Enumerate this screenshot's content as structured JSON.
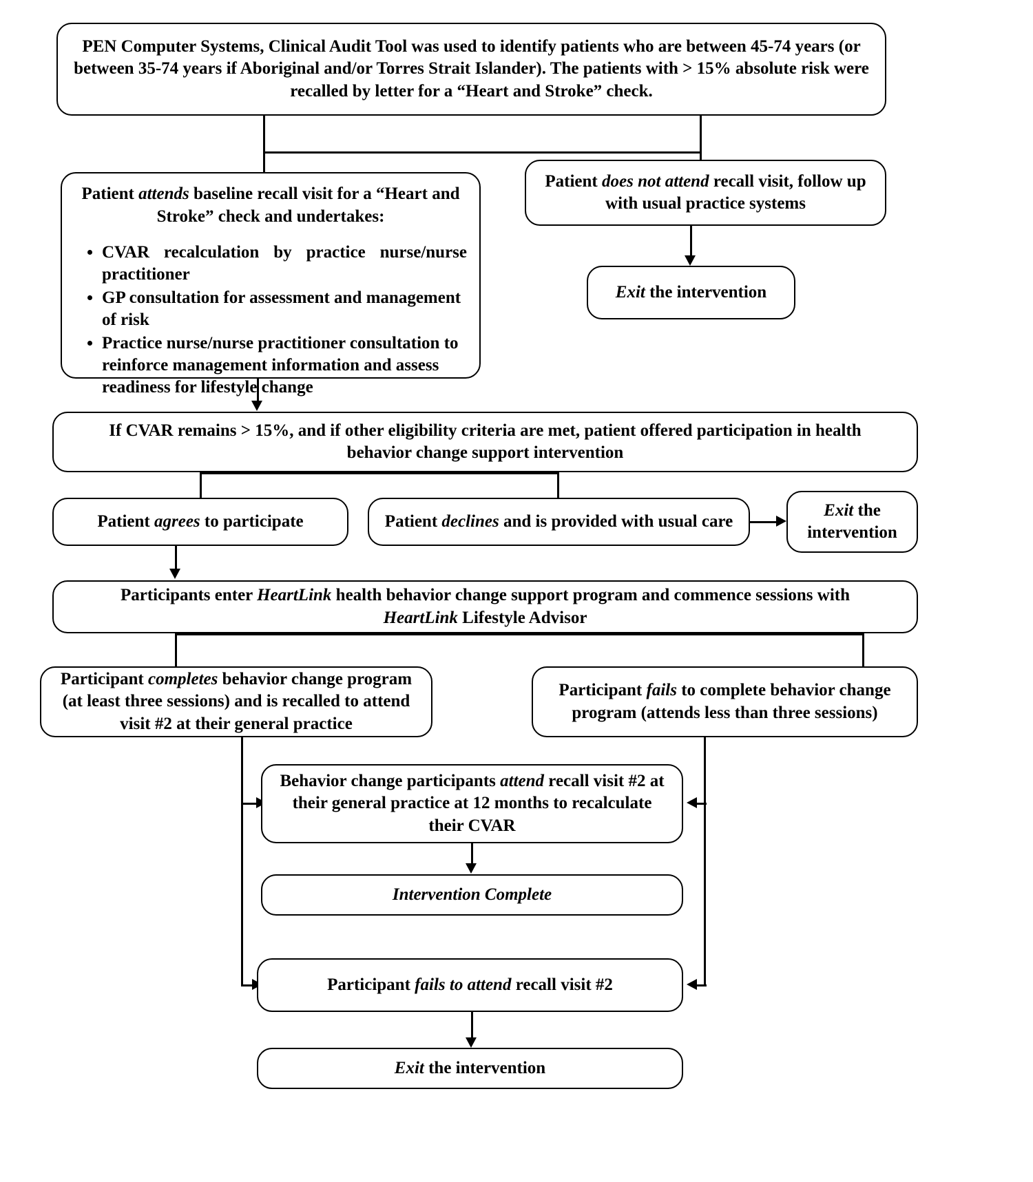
{
  "diagram": {
    "title": "Intervention flow diagram",
    "type": "flowchart",
    "line_color": "#000000",
    "background_color": "#ffffff",
    "text_color": "#000000"
  },
  "nodes": {
    "screening": {
      "line1": "PEN Computer Systems, Clinical Audit Tool was used to identify patients who are between 45-74 years (or",
      "line2": "between 35-74 years if Aboriginal and/or Torres Strait Islander). The patients with > 15% absolute risk were",
      "line3": "recalled by letter for a “Heart and Stroke” check."
    },
    "attends": {
      "heading_pre": "Patient ",
      "heading_em": "attends",
      "heading_post": " baseline recall visit for a “Heart and Stroke” check and undertakes:",
      "bullets": [
        "CVAR recalculation by practice nurse/nurse practitioner",
        "GP consultation for assessment and management of risk",
        "Practice nurse/nurse practitioner consultation to reinforce management information and assess readiness for lifestyle change"
      ]
    },
    "not_attend": {
      "pre": "Patient ",
      "em": "does not attend",
      "post": " recall visit, follow up with usual practice systems"
    },
    "exit_1": {
      "em": "Exit",
      "post": " the intervention"
    },
    "cvar_remains": {
      "text": "If CVAR remains > 15%, and if other eligibility criteria are met, patient offered participation in health behavior change support intervention"
    },
    "agrees": {
      "pre": "Patient ",
      "em": "agrees",
      "post": " to participate"
    },
    "declines": {
      "pre": "Patient ",
      "em": "declines",
      "post": " and is provided with usual care"
    },
    "exit_2": {
      "em": "Exit",
      "post": " the intervention"
    },
    "heartlink": {
      "pre": "Participants enter ",
      "em1": "HeartLink",
      "mid": " health behavior change support program and commence sessions with ",
      "em2": "HeartLink",
      "post": " Lifestyle Advisor"
    },
    "completes": {
      "pre": "Participant ",
      "em": "completes",
      "post": " behavior change program (at least three sessions) and is recalled to attend visit #2 at their general practice"
    },
    "fails_program": {
      "pre": "Participant ",
      "em": "fails",
      "post": " to complete behavior change program (attends less than three sessions)"
    },
    "attend_visit2": {
      "pre": "Behavior change participants ",
      "em": "attend",
      "post": " recall visit #2 at their general practice at 12 months to recalculate their CVAR"
    },
    "intervention_complete": {
      "em": "Intervention Complete"
    },
    "fails_attend": {
      "pre": "Participant ",
      "em": "fails to attend",
      "post": " recall visit #2"
    },
    "exit_3": {
      "em": "Exit",
      "post": " the intervention"
    }
  }
}
